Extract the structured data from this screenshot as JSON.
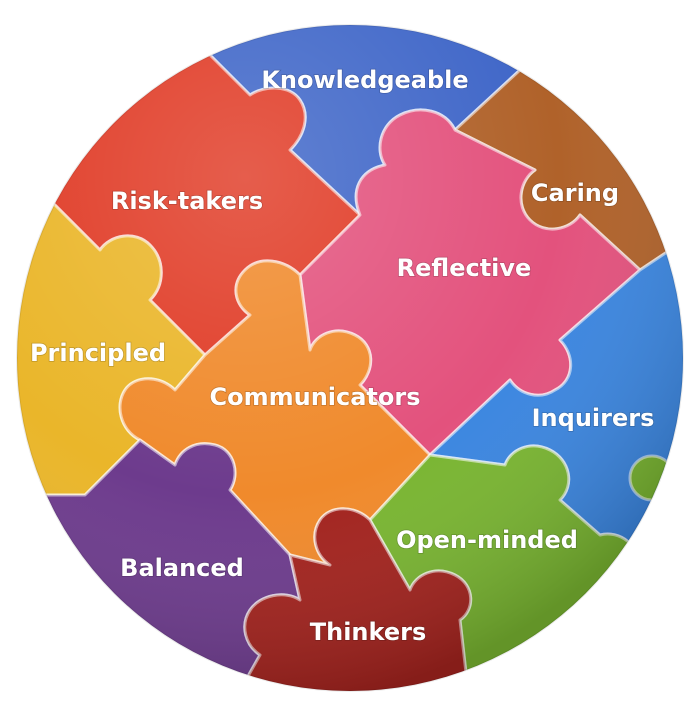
{
  "pieces": [
    {
      "key": "knowledgeable",
      "label": "Knowledgeable",
      "color": "#3f66c8"
    },
    {
      "key": "risk_takers",
      "label": "Risk-takers",
      "color": "#e03a25"
    },
    {
      "key": "caring",
      "label": "Caring",
      "color": "#b0622a"
    },
    {
      "key": "reflective",
      "label": "Reflective",
      "color": "#e3527d"
    },
    {
      "key": "principled",
      "label": "Principled",
      "color": "#eab62a"
    },
    {
      "key": "communicators",
      "label": "Communicators",
      "color": "#f08a2c"
    },
    {
      "key": "inquirers",
      "label": "Inquirers",
      "color": "#3b86e0"
    },
    {
      "key": "balanced",
      "label": "Balanced",
      "color": "#6d3b8d"
    },
    {
      "key": "open_minded",
      "label": "Open-minded",
      "color": "#79b531"
    },
    {
      "key": "thinkers",
      "label": "Thinkers",
      "color": "#a3231e"
    }
  ]
}
